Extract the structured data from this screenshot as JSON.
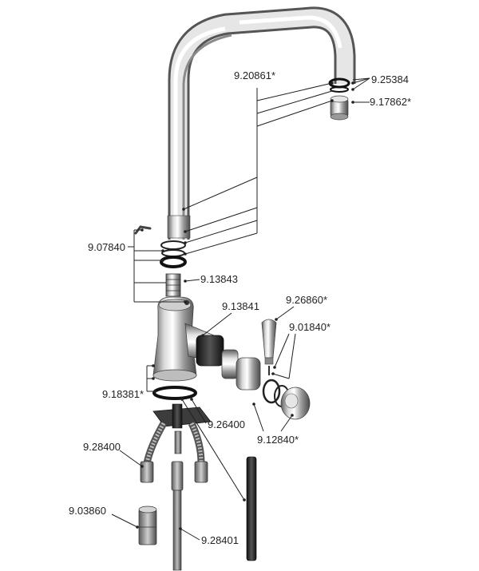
{
  "diagram": {
    "parts": [
      {
        "id": "spout",
        "number": "9.20861*"
      },
      {
        "id": "spout-oring",
        "number": "9.25384"
      },
      {
        "id": "aerator",
        "number": "9.17862*"
      },
      {
        "id": "spout-oring-set",
        "number": "9.07840"
      },
      {
        "id": "cartridge",
        "number": "9.13843"
      },
      {
        "id": "body",
        "number": "9.13841"
      },
      {
        "id": "lever",
        "number": "9.26860*"
      },
      {
        "id": "lever-screw",
        "number": "9.01840*"
      },
      {
        "id": "base-gasket",
        "number": "9.18381*"
      },
      {
        "id": "mounting-stud",
        "number": "9.26400"
      },
      {
        "id": "handle-cap",
        "number": "9.12840*"
      },
      {
        "id": "flex-hose",
        "number": "9.28400"
      },
      {
        "id": "hose-adapter",
        "number": "9.03860"
      },
      {
        "id": "inlet-tube",
        "number": "9.28401"
      }
    ]
  },
  "colors": {
    "ink": "#231f20",
    "chrome_light": "#f4f4f4",
    "chrome_dark": "#6d6d6d",
    "rubber": "#1a1a1a"
  }
}
